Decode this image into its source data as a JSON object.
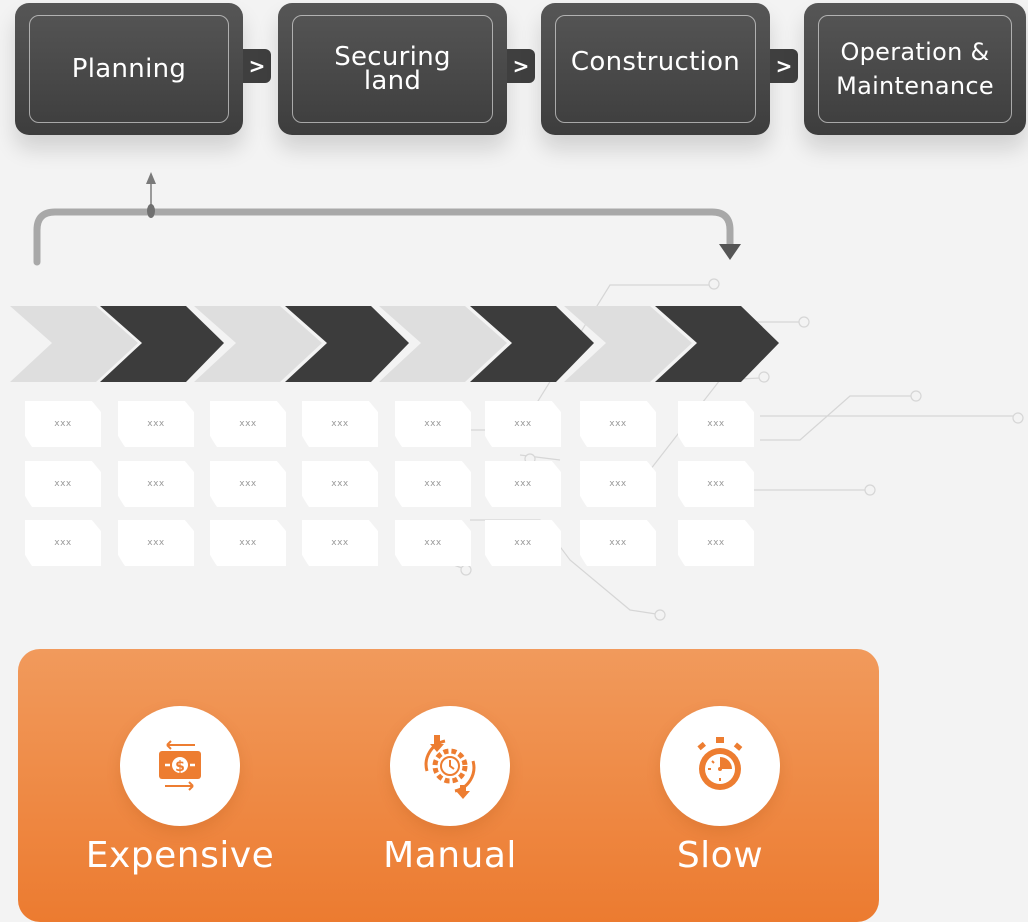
{
  "stages": [
    {
      "label": "Planning"
    },
    {
      "label": "Securing\nland"
    },
    {
      "label": "Construction"
    },
    {
      "label": "Operation &\nMaintenance"
    }
  ],
  "stage_arrow_glyph": ">",
  "grid": {
    "rows": 3,
    "columns": 8,
    "cells": [
      [
        "xxx",
        "xxx",
        "xxx",
        "xxx",
        "xxx",
        "xxx",
        "xxx",
        "xxx"
      ],
      [
        "xxx",
        "xxx",
        "xxx",
        "xxx",
        "xxx",
        "xxx",
        "xxx",
        "xxx"
      ],
      [
        "xxx",
        "xxx",
        "xxx",
        "xxx",
        "xxx",
        "xxx",
        "xxx",
        "xxx"
      ]
    ]
  },
  "problems": [
    {
      "label": "Expensive",
      "icon": "money-cost-icon"
    },
    {
      "label": "Manual",
      "icon": "gear-process-icon"
    },
    {
      "label": "Slow",
      "icon": "stopwatch-icon"
    }
  ],
  "colors": {
    "stage_dark": "#4a4a4a",
    "chevron_dark": "#3c3c3c",
    "chevron_light": "#dedede",
    "accent_orange": "#ed7d31",
    "background": "#f3f3f3"
  }
}
